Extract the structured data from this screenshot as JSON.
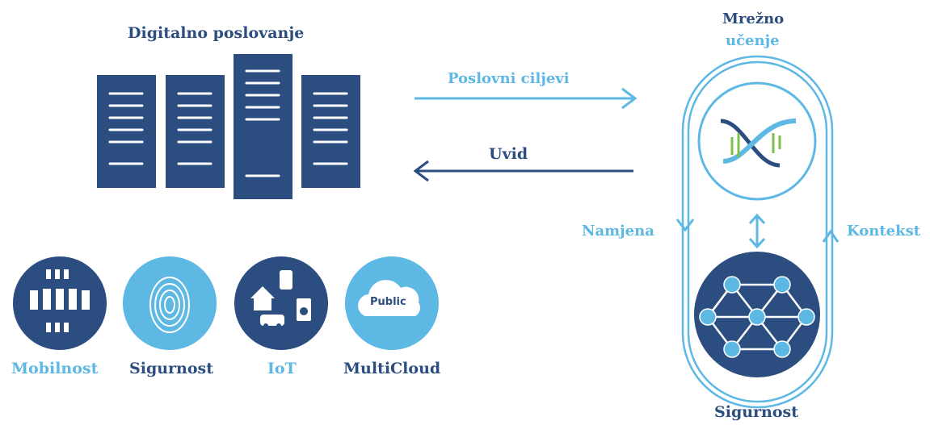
{
  "title": "Digitalno poslovanje",
  "network": {
    "line1": "Mrežno",
    "line2": "učenje"
  },
  "arrows": {
    "goals": "Poslovni ciljevi",
    "insight": "Uvid"
  },
  "loop": {
    "left": "Namjena",
    "right": "Kontekst",
    "bottom": "Sigurnost"
  },
  "badges": [
    {
      "label": "Mobilnost",
      "icon": "people-icon"
    },
    {
      "label": "Sigurnost",
      "icon": "fingerprint-icon"
    },
    {
      "label": "IoT",
      "icon": "iot-devices-icon"
    },
    {
      "label": "MultiCloud",
      "icon": "cloud-icon",
      "cloud_text": "Public"
    }
  ],
  "colors": {
    "dark": "#2c4d80",
    "light": "#5eb8e4",
    "green": "#7cc04b"
  }
}
